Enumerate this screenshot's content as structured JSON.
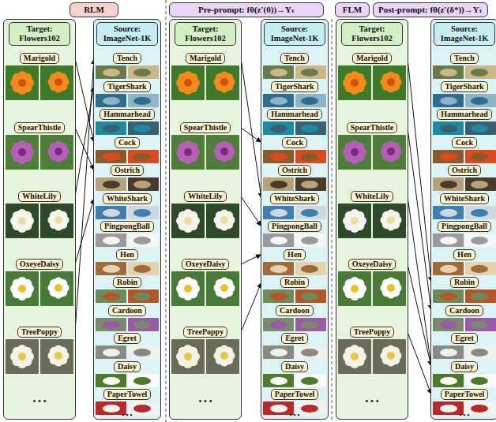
{
  "diagram": {
    "nodes": [
      {
        "text": [
          "RLM"
        ]
      },
      {
        "text": [
          "Pre-prompt: fθ(z′(0))→Yₜ"
        ]
      },
      {
        "text": [
          "FLM"
        ]
      },
      {
        "text": [
          "Post-prompt: fθ(z′(δ*))→Yₜ"
        ]
      },
      {
        "text": [
          "Target: Flowers102"
        ]
      },
      {
        "text": [
          "Marigold"
        ],
        "in": 4
      },
      {
        "text": [
          "SpearThistle"
        ],
        "in": 4
      },
      {
        "text": [
          "WhiteLily"
        ],
        "in": 4
      },
      {
        "text": [
          "OxeyeDaisy"
        ],
        "in": 4
      },
      {
        "text": [
          "TreePoppy"
        ],
        "in": 4
      },
      {
        "text": [
          "Source: ImageNet-1K"
        ]
      },
      {
        "text": [
          "Tench"
        ],
        "in": 10
      },
      {
        "text": [
          "TigerShark"
        ],
        "in": 10
      },
      {
        "text": [
          "Hammarhead"
        ],
        "in": 10
      },
      {
        "text": [
          "Cock"
        ],
        "in": 10
      },
      {
        "text": [
          "Ostrich"
        ],
        "in": 10
      },
      {
        "text": [
          "WhiteShark"
        ],
        "in": 10
      },
      {
        "text": [
          "PingpongBall"
        ],
        "in": 10
      },
      {
        "text": [
          "Hen"
        ],
        "in": 10
      },
      {
        "text": [
          "Robin"
        ],
        "in": 10
      },
      {
        "text": [
          "Cardoon"
        ],
        "in": 10
      },
      {
        "text": [
          "Egret"
        ],
        "in": 10
      },
      {
        "text": [
          "Daisy"
        ],
        "in": 10
      },
      {
        "text": [
          "PaperTowel"
        ],
        "in": 10
      },
      {
        "text": [
          "Target: Flowers102"
        ]
      },
      {
        "text": [
          "Marigold"
        ],
        "in": 24
      },
      {
        "text": [
          "SpearThistle"
        ],
        "in": 24
      },
      {
        "text": [
          "WhiteLily"
        ],
        "in": 24
      },
      {
        "text": [
          "OxeyeDaisy"
        ],
        "in": 24
      },
      {
        "text": [
          "TreePoppy"
        ],
        "in": 24
      },
      {
        "text": [
          "Source: ImageNet-1K"
        ]
      },
      {
        "text": [
          "Tench"
        ],
        "in": 30
      },
      {
        "text": [
          "TigerShark"
        ],
        "in": 30
      },
      {
        "text": [
          "Hammarhead"
        ],
        "in": 30
      },
      {
        "text": [
          "Cock"
        ],
        "in": 30
      },
      {
        "text": [
          "Ostrich"
        ],
        "in": 30
      },
      {
        "text": [
          "WhiteShark"
        ],
        "in": 30
      },
      {
        "text": [
          "PingpongBall"
        ],
        "in": 30
      },
      {
        "text": [
          "Hen"
        ],
        "in": 30
      },
      {
        "text": [
          "Robin"
        ],
        "in": 30
      },
      {
        "text": [
          "Cardoon"
        ],
        "in": 30
      },
      {
        "text": [
          "Egret"
        ],
        "in": 30
      },
      {
        "text": [
          "Daisy"
        ],
        "in": 30
      },
      {
        "text": [
          "PaperTowel"
        ],
        "in": 30
      },
      {
        "text": [
          "Target: Flowers102"
        ]
      },
      {
        "text": [
          "Marigold"
        ],
        "in": 44
      },
      {
        "text": [
          "SpearThistle"
        ],
        "in": 44
      },
      {
        "text": [
          "WhiteLily"
        ],
        "in": 44
      },
      {
        "text": [
          "OxeyeDaisy"
        ],
        "in": 44
      },
      {
        "text": [
          "TreePoppy"
        ],
        "in": 44
      },
      {
        "text": [
          "Source: ImageNet-1K"
        ]
      },
      {
        "text": [
          "Tench"
        ],
        "in": 50
      },
      {
        "text": [
          "TigerShark"
        ],
        "in": 50
      },
      {
        "text": [
          "Hammarhead"
        ],
        "in": 50
      },
      {
        "text": [
          "Cock"
        ],
        "in": 50
      },
      {
        "text": [
          "Ostrich"
        ],
        "in": 50
      },
      {
        "text": [
          "WhiteShark"
        ],
        "in": 50
      },
      {
        "text": [
          "PingpongBall"
        ],
        "in": 50
      },
      {
        "text": [
          "Hen"
        ],
        "in": 50
      },
      {
        "text": [
          "Robin"
        ],
        "in": 50
      },
      {
        "text": [
          "Cardoon"
        ],
        "in": 50
      },
      {
        "text": [
          "Egret"
        ],
        "in": 50
      },
      {
        "text": [
          "Daisy"
        ],
        "in": 50
      },
      {
        "text": [
          "PaperTowel"
        ],
        "in": 50
      }
    ],
    "edges": [
      {
        "from": 5,
        "to": 14,
        "arrow": "to"
      },
      {
        "from": 6,
        "to": 15,
        "arrow": "to"
      },
      {
        "from": 7,
        "to": 12,
        "arrow": "to"
      },
      {
        "from": 8,
        "to": 16,
        "arrow": "to"
      },
      {
        "from": 9,
        "to": 11,
        "arrow": "to"
      },
      {
        "from": 25,
        "to": 36,
        "arrow": "to"
      },
      {
        "from": 26,
        "to": 34,
        "arrow": "to"
      },
      {
        "from": 27,
        "to": 37,
        "arrow": "to"
      },
      {
        "from": 28,
        "to": 38,
        "arrow": "to"
      },
      {
        "from": 29,
        "to": 39,
        "arrow": "to"
      },
      {
        "from": 45,
        "to": 59,
        "arrow": "to"
      },
      {
        "from": 46,
        "to": 60,
        "arrow": "to"
      },
      {
        "from": 47,
        "to": 62,
        "arrow": "to"
      },
      {
        "from": 48,
        "to": 62,
        "arrow": "to"
      },
      {
        "from": 49,
        "to": 63,
        "arrow": "to"
      }
    ],
    "labels": [
      "• • •",
      "• • •",
      "• • •",
      "• • •",
      "• • •",
      "• • •"
    ]
  }
}
